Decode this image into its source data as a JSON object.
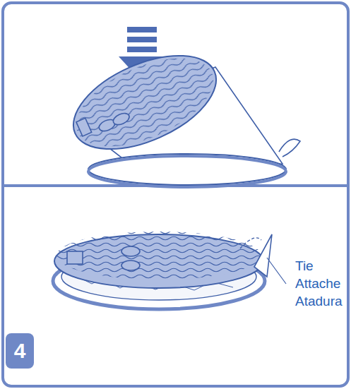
{
  "diagram": {
    "nodes": [
      {
        "text": [
          "4"
        ]
      }
    ],
    "labels": [
      "Tie",
      "Attache",
      "Atadura"
    ]
  }
}
